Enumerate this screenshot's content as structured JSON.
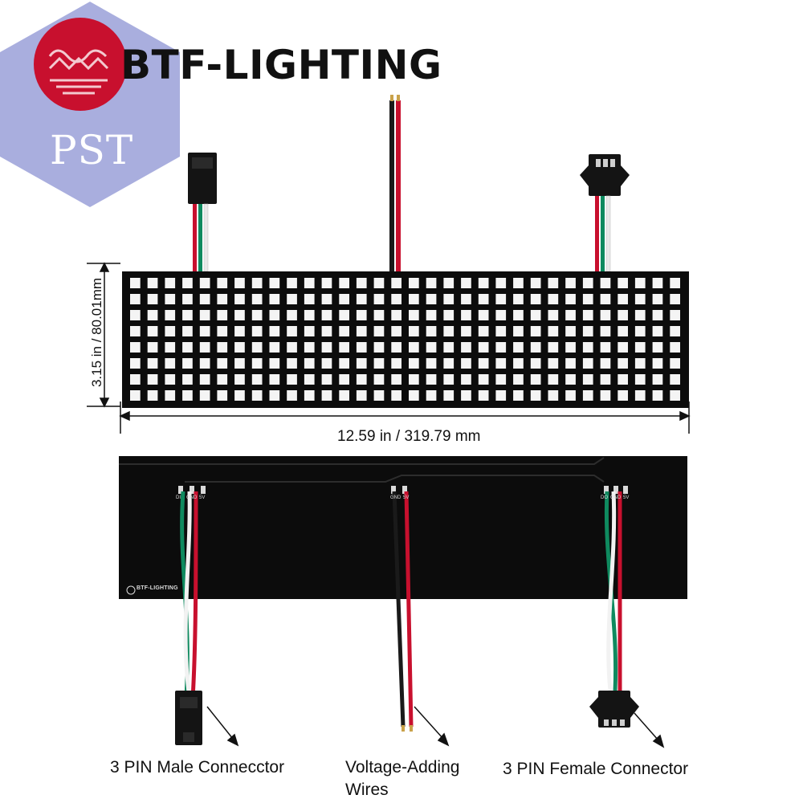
{
  "logo": {
    "brand_name": "BTF-LIGHTING",
    "watermark_text": "PST"
  },
  "dimensions": {
    "height_label": "3.15 in / 80.01mm",
    "width_label": "12.59 in / 319.79 mm"
  },
  "board": {
    "back_brand_label": "BTF-LIGHTING"
  },
  "captions": {
    "male_connector": "3 PIN Male Connecctor",
    "voltage_wires": "Voltage-Adding Wires",
    "female_connector": "3 PIN Female Connector"
  },
  "pin_labels": {
    "p1": "DI",
    "p2": "GND",
    "p3": "5V",
    "p4": "GND",
    "p5": "5V",
    "p6": "DO",
    "p7": "GND",
    "p8": "5V"
  },
  "colors": {
    "wire_red": "#c8102e",
    "wire_green": "#0f8a5f",
    "wire_white": "#f2f2f2",
    "wire_black": "#1a1a1a",
    "board": "#0c0c0c",
    "led": "#f4f4f4",
    "watermark": "#9aa0d8"
  }
}
